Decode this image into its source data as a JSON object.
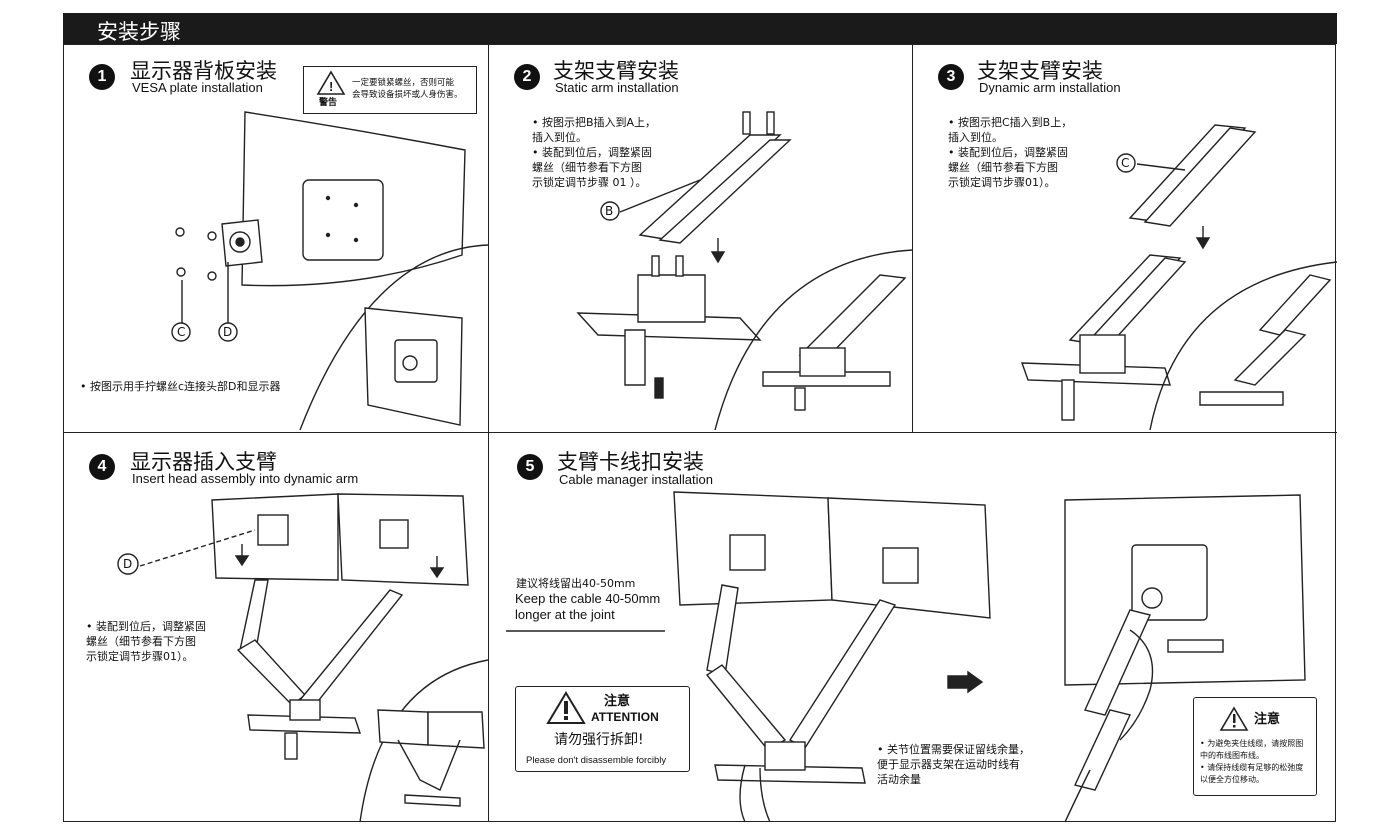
{
  "header": {
    "title": "安装步骤"
  },
  "steps": [
    {
      "num": "1",
      "title_zh": "显示器背板安装",
      "title_en": "VESA plate installation",
      "warning_label": "警告",
      "warning_text": "一定要锁紧螺丝，否则可能\n会导致设备损坏或人身伤害。",
      "note": "• 按图示用手拧螺丝c连接头部D和显示器",
      "labels": [
        "C",
        "D"
      ]
    },
    {
      "num": "2",
      "title_zh": "支架支臂安装",
      "title_en": "Static arm installation",
      "note": "• 按图示把B插入到A上，\n  插入到位。\n• 装配到位后，调整紧固\n  螺丝（细节参看下方图\n  示锁定调节步骤 01 ）。",
      "labels": [
        "B"
      ]
    },
    {
      "num": "3",
      "title_zh": "支架支臂安装",
      "title_en": "Dynamic arm installation",
      "note": "• 按图示把C插入到B上，\n  插入到位。\n• 装配到位后，调整紧固\n  螺丝（细节参看下方图\n  示锁定调节步骤01）。",
      "labels": [
        "C"
      ]
    },
    {
      "num": "4",
      "title_zh": "显示器插入支臂",
      "title_en": "Insert head assembly into dynamic arm",
      "note": "• 装配到位后，调整紧固\n  螺丝（细节参看下方图\n  示锁定调节步骤01）。",
      "labels": [
        "D"
      ]
    },
    {
      "num": "5",
      "title_zh": "支臂卡线扣安装",
      "title_en": "Cable manager installation",
      "cable_zh": "建议将线留出40-50mm",
      "cable_en1": "Keep the cable 40-50mm",
      "cable_en2": "longer at the joint",
      "attention_zh": "注意",
      "attention_en": "ATTENTION",
      "attention_main": "请勿强行拆卸!",
      "attention_sub": "Please don't disassemble forcibly",
      "joint_note": "• 关节位置需要保证留线余量，\n  便于显示器支架在运动时线有\n  活动余量",
      "notice_title": "注意",
      "notice_text": "• 为避免夹住线缆，请按照图\n  中的布线图布线。\n• 请保持线缆有足够的松弛度\n  以便全方位移动。"
    }
  ]
}
